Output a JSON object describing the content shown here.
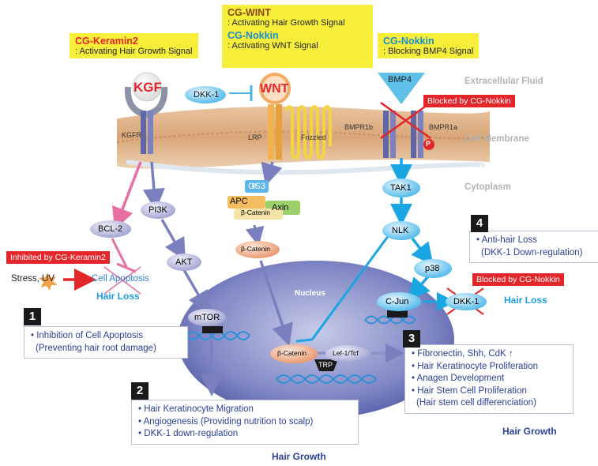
{
  "header_boxes": {
    "keramin2": {
      "title": "CG-Keramin2",
      "desc": ": Activating Hair Growth Signal"
    },
    "wint": {
      "title": "CG-WINT",
      "desc": ": Activating Hair Growth Signal"
    },
    "nokkin_wnt": {
      "title": "CG-Nokkin",
      "desc": ": Activating WNT Signal"
    },
    "nokkin_bmp": {
      "title": "CG-Nokkin",
      "desc": ": Blocking BMP4 Signal"
    }
  },
  "region_labels": {
    "extracellular": "Extracellular Fluid",
    "membrane": "Cell Membrane",
    "cytoplasm": "Cytoplasm",
    "nucleus": "Nucleus"
  },
  "molecules": {
    "kgf": "KGF",
    "kgfr": "KGFR",
    "dkk1": "DKK-1",
    "wnt": "WNT",
    "lrp": "LRP",
    "frizzled": "Frizzled",
    "bmp4": "BMP4",
    "bmpr1b": "BMPR1b",
    "bmpr1a": "BMPR1a",
    "p": "P",
    "bcl2": "BCL-2",
    "pi3k": "PI3K",
    "akt": "AKT",
    "mtor": "mTOR",
    "gs3": "GS3",
    "apc": "APC",
    "axin": "Axin",
    "bcat_complex": "β-Catenin",
    "bcat": "β-Catenin",
    "bcat_nuc": "β-Catenin",
    "trp": "TRP",
    "lef": "Lef-1/Tcf",
    "tak1": "TAK1",
    "nlk": "NLK",
    "p38": "p38",
    "cjun": "C-Jun",
    "dkk1_nuc": "DKK-1"
  },
  "blocked_tags": {
    "bmp": "Blocked by CG-Nokkin",
    "keramin": "Inhibited by CG-Keramin2",
    "dkk": "Blocked by CG-Nokkin"
  },
  "apoptosis": {
    "stress": "Stress, UV",
    "cell": "Cell Apoptosis",
    "hair_loss": "Hair Loss"
  },
  "hair_loss_right": "Hair Loss",
  "boxes": {
    "b1": {
      "num": "1",
      "lines": [
        "• Inhibition of Cell Apoptosis",
        "(Preventing hair root damage)"
      ]
    },
    "b2": {
      "num": "2",
      "lines": [
        "• Hair Keratinocyte Migration",
        "• Angiogenesis (Providing nutrition to scalp)",
        "• DKK-1 down-regulation"
      ]
    },
    "b3": {
      "num": "3",
      "lines": [
        "• Fibronectin, Shh, CdK",
        "• Hair Keratinocyte Proliferation",
        "• Anagen Development",
        "• Hair Stem Cell Proliferation",
        "(Hair stem cell differenciation)"
      ]
    },
    "b4": {
      "num": "4",
      "lines": [
        "• Anti-hair Loss",
        "(DKK-1 Down-regulation)"
      ]
    }
  },
  "b3_arrow": "↑",
  "hair_growth_bottom": "Hair Growth",
  "hair_growth_right": "Hair Growth",
  "colors": {
    "pink_arrow": "#e86fa3",
    "purple_arrow": "#7a7fbf",
    "cyan_arrow": "#1aa6e2",
    "red": "#e3262a",
    "yellow": "#f7ee3a",
    "navy_text": "#2b3f95"
  }
}
